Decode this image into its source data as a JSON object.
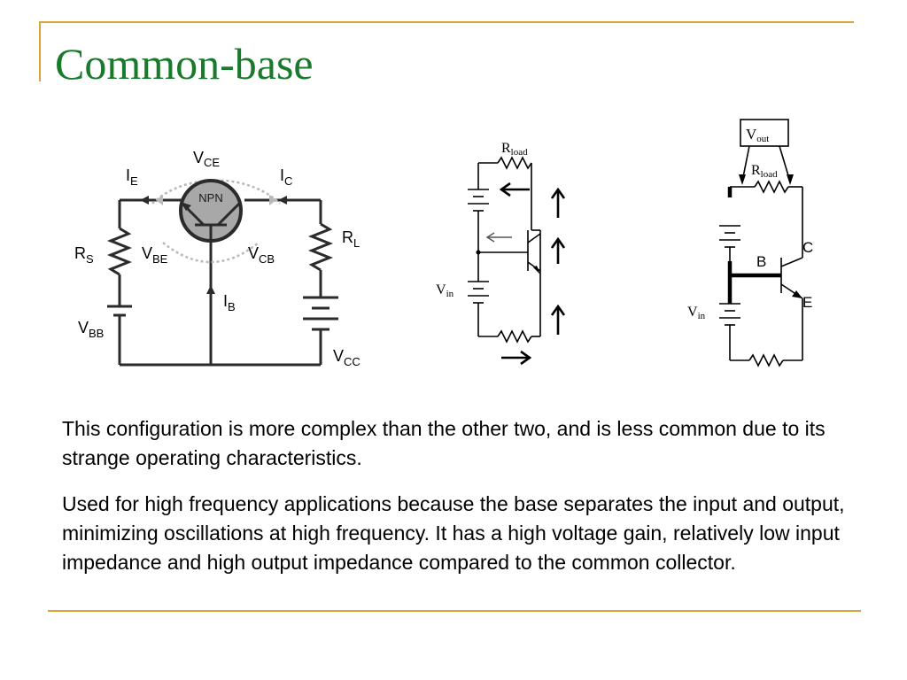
{
  "title": "Common-base",
  "diagram1": {
    "transistor": "NPN",
    "v_ce": {
      "main": "V",
      "sub": "CE"
    },
    "i_e": {
      "main": "I",
      "sub": "E"
    },
    "i_c": {
      "main": "I",
      "sub": "C"
    },
    "r_s": {
      "main": "R",
      "sub": "S"
    },
    "v_be": {
      "main": "V",
      "sub": "BE"
    },
    "v_cb": {
      "main": "V",
      "sub": "CB"
    },
    "r_l": {
      "main": "R",
      "sub": "L"
    },
    "i_b": {
      "main": "I",
      "sub": "B"
    },
    "v_bb": {
      "main": "V",
      "sub": "BB"
    },
    "v_cc": {
      "main": "V",
      "sub": "CC"
    }
  },
  "diagram2": {
    "r_load": {
      "main": "R",
      "sub": "load"
    },
    "v_in": {
      "main": "V",
      "sub": "in"
    }
  },
  "diagram3": {
    "v_out": {
      "main": "V",
      "sub": "out"
    },
    "r_load": {
      "main": "R",
      "sub": "load"
    },
    "c_label": "C",
    "b_label": "B",
    "e_label": "E",
    "v_in": {
      "main": "V",
      "sub": "in"
    }
  },
  "paragraphs": [
    "This configuration is more complex than the other two, and is less common due to its strange operating characteristics.",
    "Used for high frequency applications because the base separates the input and output, minimizing oscillations at high frequency. It has a high voltage gain, relatively low input impedance and high output impedance compared to the common collector."
  ],
  "colors": {
    "accent": "#d9a43a",
    "title": "#1a7a2c"
  }
}
